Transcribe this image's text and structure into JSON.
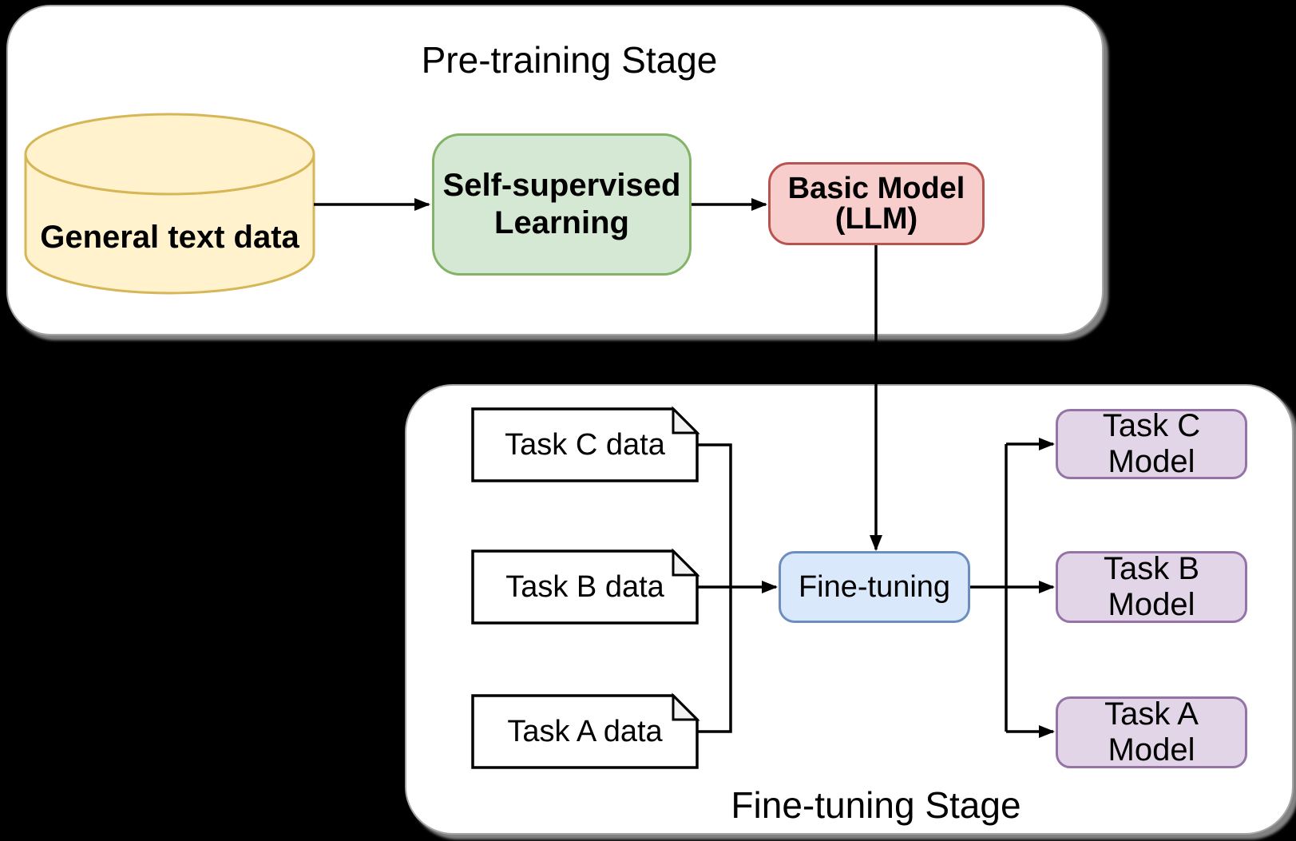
{
  "pretraining": {
    "title": "Pre-training Stage",
    "database": {
      "label": "General text data"
    },
    "ssl": {
      "line1": "Self-supervised",
      "line2": "Learning"
    },
    "basic_model": {
      "line1": "Basic Model",
      "line2": "(LLM)"
    }
  },
  "finetuning": {
    "title": "Fine-tuning Stage",
    "docs": [
      {
        "label": "Task C data"
      },
      {
        "label": "Task B data"
      },
      {
        "label": "Task A data"
      }
    ],
    "process": {
      "label": "Fine-tuning"
    },
    "models": [
      {
        "label": "Task C Model"
      },
      {
        "label": "Task B Model"
      },
      {
        "label": "Task A Model"
      }
    ]
  },
  "colors": {
    "background": "#000000",
    "container_fill": "#FFFFFF",
    "container_border": "#A6A6A6",
    "shadow": "#999999",
    "database_fill": "#FFF2CC",
    "database_stroke": "#D6B656",
    "ssl_fill": "#D5E8D4",
    "ssl_stroke": "#82B366",
    "basic_model_fill": "#F8CECC",
    "basic_model_stroke": "#B85450",
    "finetune_fill": "#DAE8FC",
    "finetune_stroke": "#6C8EBF",
    "task_model_fill": "#E1D5E7",
    "task_model_stroke": "#9673A6",
    "doc_fill": "#FFFFFF",
    "doc_stroke": "#000000",
    "doc_fold_fill": "#F2F2F2",
    "connector": "#000000",
    "text": "#000000"
  }
}
